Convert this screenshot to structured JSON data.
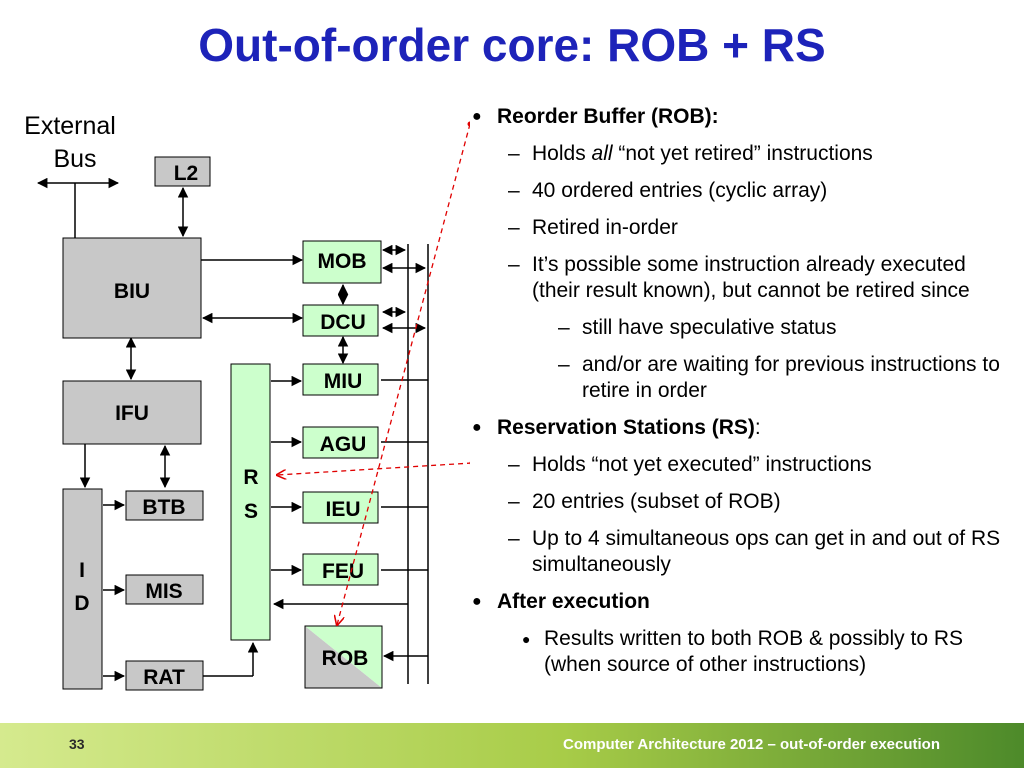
{
  "slide": {
    "title": "Out-of-order core: ROB + RS",
    "page_number": "33",
    "footer": "Computer Architecture 2012 – out-of-order execution"
  },
  "diagram": {
    "external_bus_line1": "External",
    "external_bus_line2": "Bus",
    "blocks": {
      "l2": "L2",
      "biu": "BIU",
      "ifu": "IFU",
      "id_line1": "I",
      "id_line2": "D",
      "btb": "BTB",
      "mis": "MIS",
      "rat": "RAT",
      "rs_line1": "R",
      "rs_line2": "S",
      "mob": "MOB",
      "dcu": "DCU",
      "miu": "MIU",
      "agu": "AGU",
      "ieu": "IEU",
      "feu": "FEU",
      "rob": "ROB"
    },
    "colors": {
      "gray_block": "#c8c8c8",
      "green_block": "#ccffcc",
      "pointer_red": "#e00000",
      "title_blue": "#1d23b9"
    }
  },
  "bullets": {
    "rob_heading": "Reorder Buffer (ROB):",
    "rob_holds_pre": "Holds ",
    "rob_holds_em": "all",
    "rob_holds_post": " “not yet retired” instructions",
    "rob_entries": "40 ordered entries (cyclic array)",
    "rob_retired": "Retired in-order",
    "rob_possible": "It’s possible some instruction already executed (their result known), but cannot be retired since",
    "rob_speculative": "still have speculative status",
    "rob_waiting": "and/or are waiting for previous instructions to retire in order",
    "rs_heading": "Reservation Stations (RS)",
    "rs_colon": ":",
    "rs_holds": "Holds “not yet executed” instructions",
    "rs_entries": "20 entries (subset of ROB)",
    "rs_ops": "Up to 4 simultaneous ops can get in and out of RS simultaneously",
    "after_heading": "After execution",
    "after_results": "Results  written to both ROB & possibly to RS (when source of other instructions)"
  }
}
